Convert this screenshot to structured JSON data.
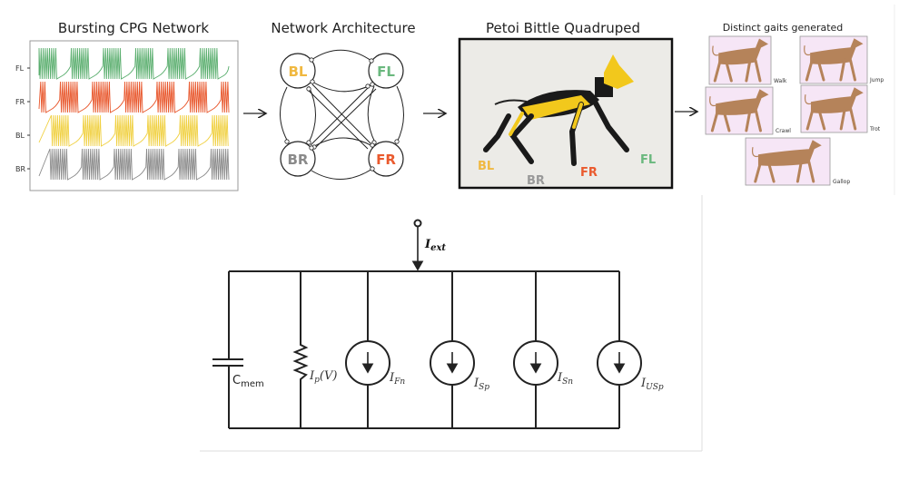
{
  "panels": {
    "cpg": {
      "title": "Bursting CPG Network",
      "rows": [
        {
          "label": "FL",
          "color": "#5aae6e"
        },
        {
          "label": "FR",
          "color": "#e8552a"
        },
        {
          "label": "BL",
          "color": "#f0d040"
        },
        {
          "label": "BR",
          "color": "#8a8a8a"
        }
      ]
    },
    "network": {
      "title": "Network Architecture",
      "nodes": [
        {
          "label": "BL",
          "color": "#f0b840"
        },
        {
          "label": "FL",
          "color": "#6ab87e"
        },
        {
          "label": "BR",
          "color": "#8a8a8a"
        },
        {
          "label": "FR",
          "color": "#ea5a2e"
        }
      ]
    },
    "robot": {
      "title": "Petoi Bittle Quadruped",
      "legs": [
        {
          "label": "BL",
          "color": "#f0b840"
        },
        {
          "label": "BR",
          "color": "#999999"
        },
        {
          "label": "FR",
          "color": "#ea5a2e"
        },
        {
          "label": "FL",
          "color": "#6ab87e"
        }
      ]
    },
    "gaits": {
      "title": "Distinct gaits generated",
      "items": [
        "Walk",
        "Jump",
        "Crawl",
        "Trot",
        "Gallop"
      ],
      "bg": "#f6e6f6",
      "dog_color": "#b5835a"
    }
  },
  "circuit": {
    "input": {
      "base": "I",
      "sub": "ext"
    },
    "capacitor": {
      "base": "C",
      "sub": "mem"
    },
    "resistor": {
      "base": "I",
      "sub": "p",
      "suffix": "(V)"
    },
    "sources": [
      {
        "base": "I",
        "sub": "Fn"
      },
      {
        "base": "I",
        "sub": "Sp"
      },
      {
        "base": "I",
        "sub": "Sn"
      },
      {
        "base": "I",
        "sub": "USp"
      }
    ]
  }
}
